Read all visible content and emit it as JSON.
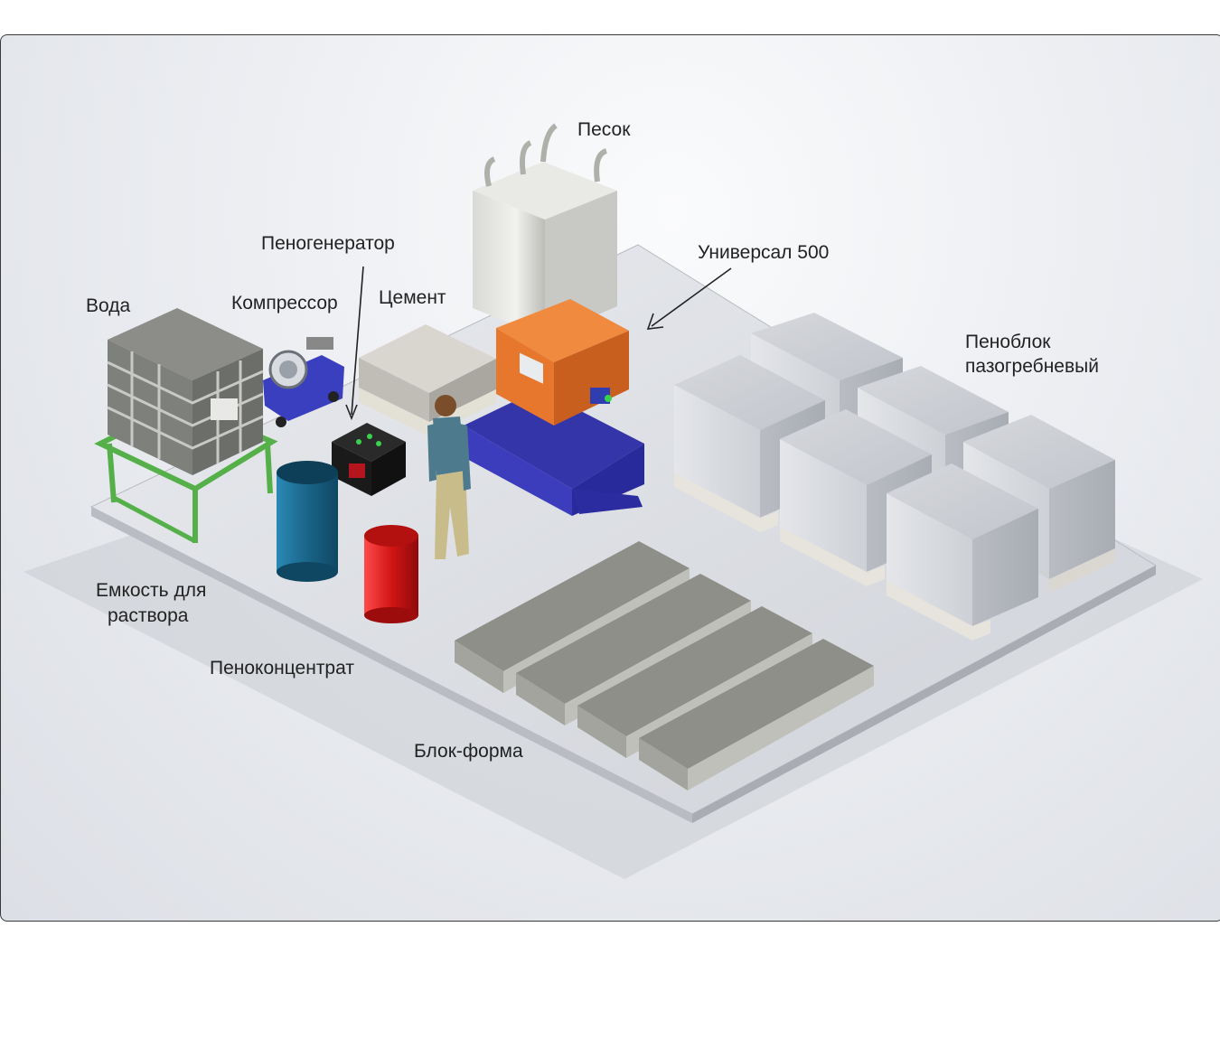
{
  "labels": {
    "pesok": "Песок",
    "universal": "Универсал 500",
    "penogenerator": "Пеногенератор",
    "voda": "Вода",
    "kompressor": "Компрессор",
    "cement": "Цемент",
    "penoblok_1": "Пеноблок",
    "penoblok_2": "пазогребневый",
    "emkost_1": "Емкость для",
    "emkost_2": "раствора",
    "penokoncentrat": "Пеноконцентрат",
    "blokforma": "Блок-форма"
  },
  "colors": {
    "mixer_orange": "#e8772e",
    "mixer_blue": "#3b3dbd",
    "barrel_blue": "#1f6f93",
    "barrel_red": "#d81919",
    "frame_green": "#55b04a"
  }
}
